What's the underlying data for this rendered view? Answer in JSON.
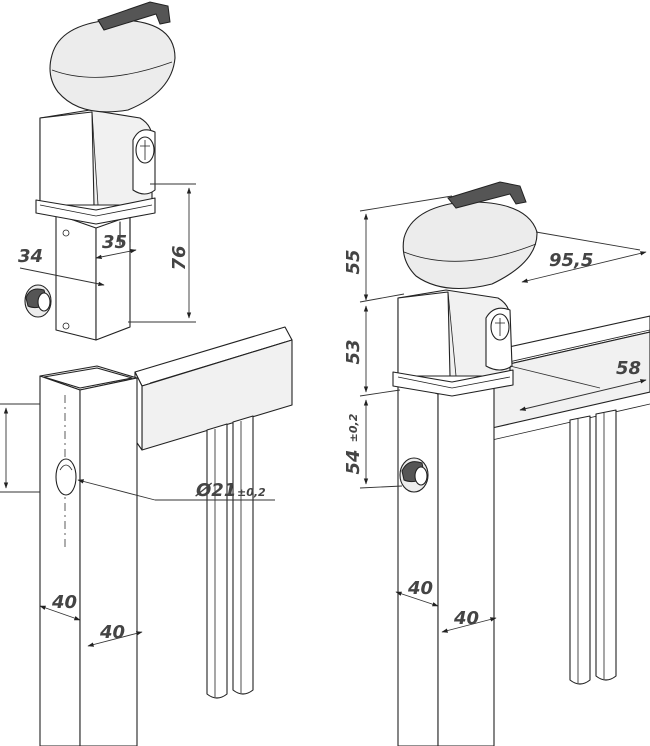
{
  "figure": {
    "left_view": {
      "dims": {
        "d34": "34",
        "d35": "35",
        "d76": "76",
        "d_hole": "Ø21",
        "d_hole_tol": "±0,2",
        "d40_front": "40",
        "d40_side": "40"
      }
    },
    "right_view": {
      "dims": {
        "d55": "55",
        "d95_5": "95,5",
        "d53": "53",
        "d58": "58",
        "d54": "54",
        "d54_tol": "±0,2",
        "d40_front": "40",
        "d40_side": "40"
      }
    }
  }
}
